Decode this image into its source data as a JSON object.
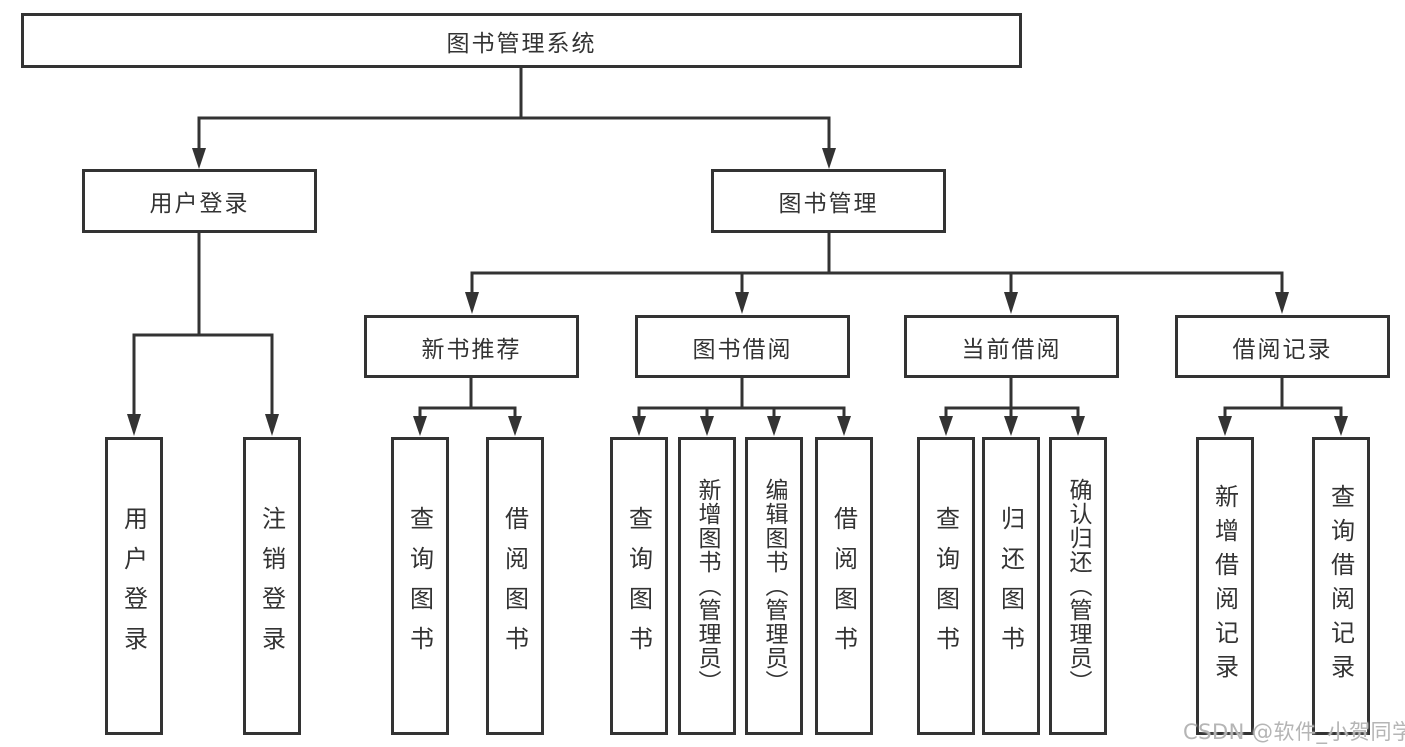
{
  "diagram": {
    "type": "hierarchy-tree",
    "title": "图书管理系统",
    "colors": {
      "line": "#333333",
      "text": "#333333",
      "box_background": "#ffffff",
      "watermark": "#b5b5b5"
    },
    "nodes": {
      "root": {
        "label": "图书管理系统"
      },
      "user_login": {
        "label": "用户登录"
      },
      "book_management": {
        "label": "图书管理"
      },
      "new_book_recommend": {
        "label": "新书推荐"
      },
      "book_borrow": {
        "label": "图书借阅"
      },
      "current_borrow": {
        "label": "当前借阅"
      },
      "borrow_record": {
        "label": "借阅记录"
      },
      "leaf_user_login": {
        "label": "用户登录"
      },
      "leaf_logout": {
        "label": "注销登录"
      },
      "leaf_nb_query_books": {
        "label": "查询图书"
      },
      "leaf_nb_borrow_books": {
        "label": "借阅图书"
      },
      "leaf_bb_query_books": {
        "label": "查询图书"
      },
      "leaf_bb_add_books": {
        "label": "新增图书（管理员）"
      },
      "leaf_bb_edit_books": {
        "label": "编辑图书（管理员）"
      },
      "leaf_bb_borrow_books": {
        "label": "借阅图书"
      },
      "leaf_cb_query_books": {
        "label": "查询图书"
      },
      "leaf_cb_return_books": {
        "label": "归还图书"
      },
      "leaf_cb_confirm_return": {
        "label": "确认归还（管理员）"
      },
      "leaf_br_add_record": {
        "label": "新增借阅记录"
      },
      "leaf_br_query_record": {
        "label": "查询借阅记录"
      }
    },
    "edges": [
      "图书管理系统 -> 用户登录",
      "图书管理系统 -> 图书管理",
      "用户登录 -> 用户登录(叶), 注销登录",
      "图书管理 -> 新书推荐, 图书借阅, 当前借阅, 借阅记录",
      "新书推荐 -> 查询图书, 借阅图书",
      "图书借阅 -> 查询图书, 新增图书（管理员）, 编辑图书（管理员）, 借阅图书",
      "当前借阅 -> 查询图书, 归还图书, 确认归还（管理员）",
      "借阅记录 -> 新增借阅记录, 查询借阅记录"
    ]
  },
  "watermark": "CSDN @软件_小贺同学"
}
